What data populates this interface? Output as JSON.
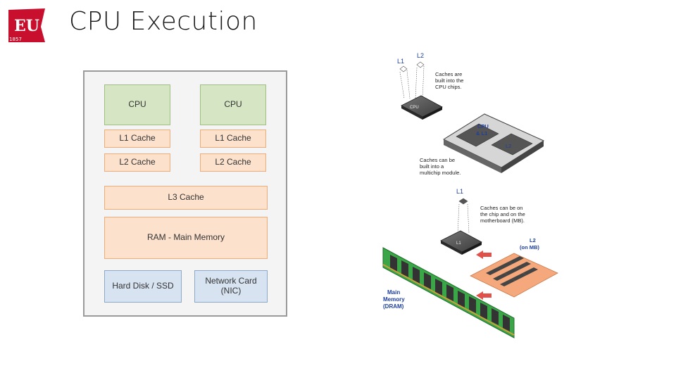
{
  "slide": {
    "title": "CPU Execution"
  },
  "logo": {
    "letters": "EU",
    "year": "1857"
  },
  "arch": {
    "cpu_left": "CPU",
    "cpu_right": "CPU",
    "l1_left": "L1 Cache",
    "l1_right": "L1 Cache",
    "l2_left": "L2 Cache",
    "l2_right": "L2 Cache",
    "l3": "L3 Cache",
    "ram": "RAM - Main Memory",
    "disk": "Hard Disk / SSD",
    "nic": "Network Card\n(NIC)"
  },
  "illustration": {
    "l1_top": "L1",
    "l2_top": "L2",
    "note1": [
      "Caches are",
      "built into the",
      "CPU chips."
    ],
    "chip1_label": "CPU",
    "module_cpu": [
      "CPU",
      "& L1"
    ],
    "module_l2": "L2",
    "note2": [
      "Caches can be",
      "built into a",
      "multichip module."
    ],
    "l1_bottom": "L1",
    "note3": [
      "Caches can be on",
      "the chip and on the",
      "motherboard (MB)."
    ],
    "chip2_label": "L1",
    "l2_mb": [
      "L2",
      "(on MB)"
    ],
    "main_memory": [
      "Main",
      "Memory",
      "(DRAM)"
    ]
  },
  "colors": {
    "cpu_fill": "#d6e5c4",
    "cache_fill": "#fce1cc",
    "device_fill": "#d7e3f1",
    "logo_red": "#c8102e",
    "label_blue": "#1f3f99",
    "ram_green": "#3aa648"
  }
}
